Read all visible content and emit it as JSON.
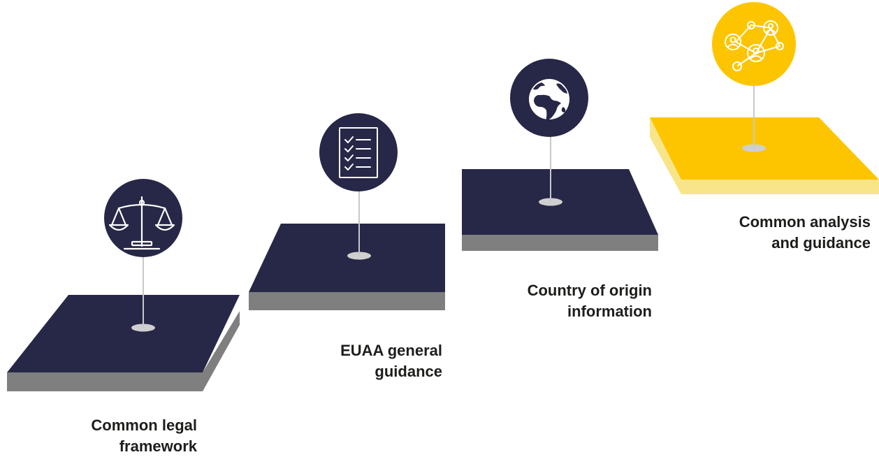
{
  "colors": {
    "navy": "#272748",
    "navy_side": "#7f7f7f",
    "yellow": "#fdc500",
    "yellow_side": "#f8e58a",
    "stem": "#c8c8c8",
    "base": "#cfcfcf",
    "icon_stroke": "#ffffff"
  },
  "steps": [
    {
      "icon": "scales-of-justice-icon",
      "theme": "navy",
      "label_lines": [
        "Common legal",
        "framework"
      ]
    },
    {
      "icon": "checklist-document-icon",
      "theme": "navy",
      "label_lines": [
        "EUAA general",
        "guidance"
      ]
    },
    {
      "icon": "globe-icon",
      "theme": "navy",
      "label_lines": [
        "Country of origin",
        "information"
      ]
    },
    {
      "icon": "people-network-icon",
      "theme": "yellow",
      "label_lines": [
        "Common analysis",
        "and guidance"
      ]
    }
  ]
}
